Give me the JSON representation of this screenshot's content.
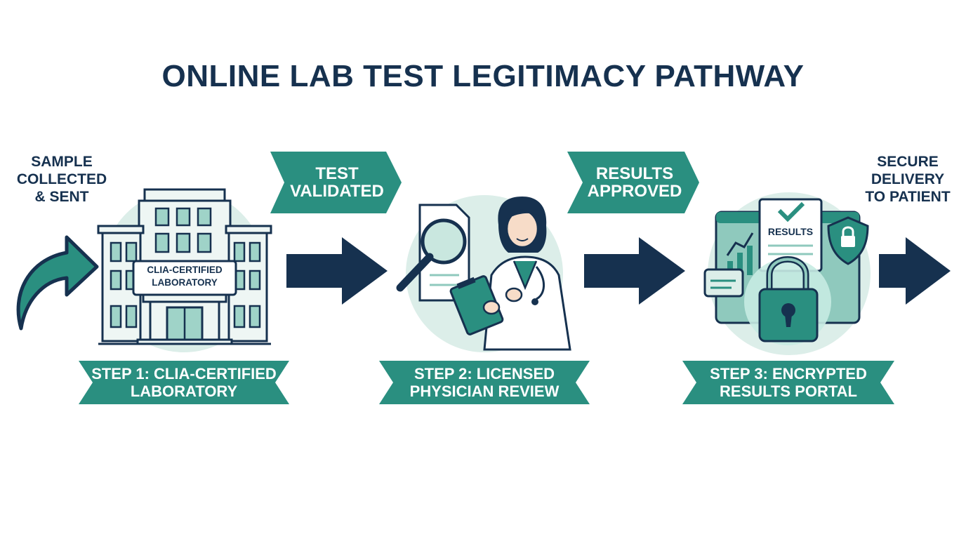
{
  "title": "ONLINE LAB TEST LEGITIMACY PATHWAY",
  "start_label": [
    "SAMPLE",
    "COLLECTED",
    "& SENT"
  ],
  "end_label": [
    "SECURE",
    "DELIVERY",
    "TO PATIENT"
  ],
  "transitions": [
    {
      "lines": [
        "TEST",
        "VALIDATED"
      ]
    },
    {
      "lines": [
        "RESULTS",
        "APPROVED"
      ]
    }
  ],
  "steps": [
    {
      "lines": [
        "STEP 1: CLIA-CERTIFIED",
        "LABORATORY"
      ],
      "sign_lines": [
        "CLIA-CERTIFIED",
        "LABORATORY"
      ]
    },
    {
      "lines": [
        "STEP 2: LICENSED",
        "PHYSICIAN REVIEW"
      ]
    },
    {
      "lines": [
        "STEP 3: ENCRYPTED",
        "RESULTS PORTAL"
      ],
      "doc_label": "RESULTS"
    }
  ],
  "colors": {
    "navy": "#16314f",
    "teal": "#2a8f80",
    "teal_light": "#dceee9",
    "teal_mid": "#8fc9bd"
  }
}
